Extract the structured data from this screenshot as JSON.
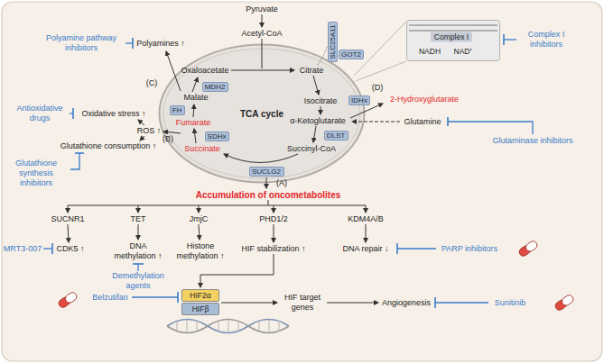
{
  "diagram": {
    "nodes": [
      {
        "text": [
          "TCA cycle"
        ]
      },
      {
        "text": [
          "SLC25A11"
        ]
      },
      {
        "text": [
          "GOT2"
        ]
      },
      {
        "text": [
          "Complex I",
          "NADH",
          "NAD⁺"
        ]
      },
      {
        "text": [
          "MDH2"
        ],
        "in": 0
      },
      {
        "text": [
          "FH"
        ],
        "in": 0
      },
      {
        "text": [
          "IDHx"
        ],
        "in": 0
      },
      {
        "text": [
          "SDHx"
        ],
        "in": 0
      },
      {
        "text": [
          "DLST"
        ],
        "in": 0
      },
      {
        "text": [
          "SUCLG2"
        ],
        "in": 0
      },
      {
        "text": [
          "HIF2α"
        ]
      },
      {
        "text": [
          "HIFβ"
        ]
      }
    ],
    "labels": [
      "Pyruvate",
      "Acetyl-CoA",
      "Complex I inhibitors",
      "Polyamine pathway inhibitors",
      "Polyamines ↑",
      "Oxaloacetate",
      "Citrate",
      "(D)",
      "(C)",
      "2-Hydroxyglutarate",
      "Malate",
      "Isocitrate",
      "Antioxidative drugs",
      "Oxidative stress ↑",
      "Fumarate",
      "α-Ketoglutarate",
      "Glutamine",
      "ROS ↑",
      "(B)",
      "Glutathione consumption ↑",
      "Succinate",
      "Succinyl-CoA",
      "Glutaminase inhibitors",
      "Glutathione synthesis inhibitors",
      "(A)",
      "Accumulation of oncometabolites",
      "SUCNR1",
      "TET",
      "JmjC",
      "PHD1/2",
      "KDM4A/B",
      "MRT3-007",
      "CDK5 ↑",
      "DNA methylation ↑",
      "Histone methylation ↑",
      "HIF stabilization ↑",
      "DNA repair ↓",
      "PARP inhibitors",
      "Demethylation agents",
      "Belzutifan",
      "HIF target genes",
      "Angiogenesis",
      "Sunitinib"
    ]
  }
}
